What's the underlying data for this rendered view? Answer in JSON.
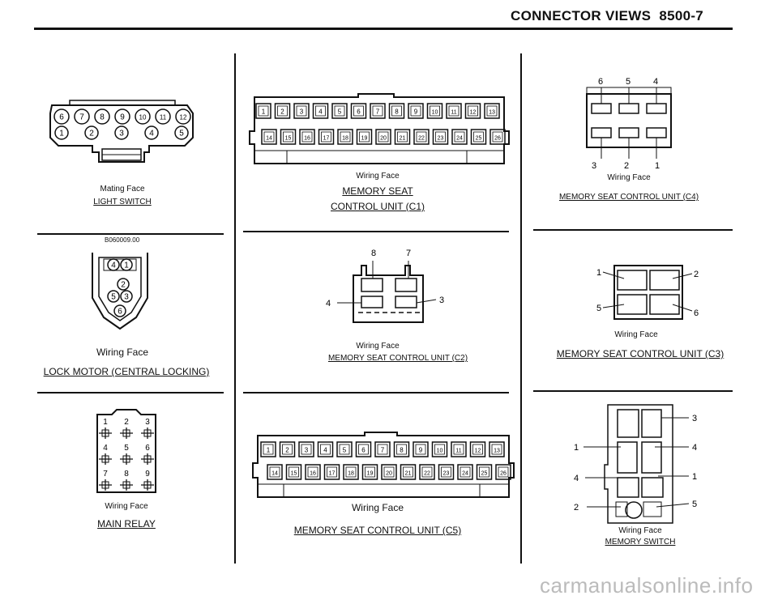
{
  "header": {
    "title": "CONNECTOR VIEWS",
    "page": "8500-7"
  },
  "light_switch": {
    "face": "Mating Face",
    "name": "LIGHT SWITCH",
    "top_pins": [
      "6",
      "7",
      "8",
      "9",
      "10",
      "11",
      "12"
    ],
    "bottom_pins": [
      "1",
      "2",
      "3",
      "4",
      "5"
    ]
  },
  "lock_motor": {
    "ref": "B060009.00",
    "face": "Wiring Face",
    "name": "LOCK MOTOR (CENTRAL LOCKING)",
    "pins": [
      "4",
      "1",
      "2",
      "5",
      "3",
      "6"
    ]
  },
  "main_relay": {
    "face": "Wiring Face",
    "name": "MAIN RELAY",
    "pins": [
      "1",
      "2",
      "3",
      "4",
      "5",
      "6",
      "7",
      "8",
      "9"
    ]
  },
  "seat_c1": {
    "face": "Wiring Face",
    "name_line1": "MEMORY SEAT",
    "name_line2": "CONTROL UNIT (C1)",
    "top_pins": [
      "1",
      "2",
      "3",
      "4",
      "5",
      "6",
      "7",
      "8",
      "9",
      "10",
      "11",
      "12",
      "13"
    ],
    "bottom_pins": [
      "14",
      "15",
      "16",
      "17",
      "18",
      "19",
      "20",
      "21",
      "22",
      "23",
      "24",
      "25",
      "26"
    ]
  },
  "seat_c2": {
    "face": "Wiring Face",
    "name": "MEMORY SEAT CONTROL UNIT (C2)",
    "pins": [
      "8",
      "7",
      "4",
      "3"
    ]
  },
  "seat_c5": {
    "face": "Wiring Face",
    "name": "MEMORY SEAT CONTROL UNIT (C5)",
    "top_pins": [
      "1",
      "2",
      "3",
      "4",
      "5",
      "6",
      "7",
      "8",
      "9",
      "10",
      "11",
      "12",
      "13"
    ],
    "bottom_pins": [
      "14",
      "15",
      "16",
      "17",
      "18",
      "19",
      "20",
      "21",
      "22",
      "23",
      "24",
      "25",
      "26"
    ]
  },
  "seat_c4": {
    "face": "Wiring Face",
    "name": "MEMORY SEAT CONTROL UNIT (C4)",
    "top_pins": [
      "6",
      "5",
      "4"
    ],
    "bottom_pins": [
      "3",
      "2",
      "1"
    ]
  },
  "seat_c3": {
    "face": "Wiring Face",
    "name": "MEMORY SEAT CONTROL UNIT (C3)",
    "pins": [
      "1",
      "2",
      "5",
      "6"
    ]
  },
  "memory_switch": {
    "face": "Wiring Face",
    "name": "MEMORY SWITCH",
    "pins": [
      "3",
      "1",
      "4",
      "4",
      "1",
      "2",
      "5"
    ]
  },
  "watermark": "carmanualsonline.info"
}
